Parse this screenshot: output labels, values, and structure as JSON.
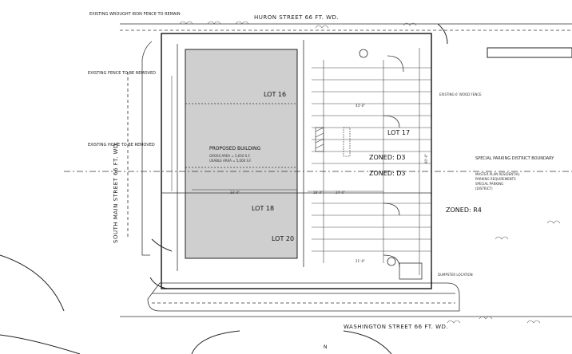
{
  "streets": {
    "north": "HURON STREET 66 FT. WD.",
    "south": "WASHINGTON STREET 66 FT. WD.",
    "west": "SOUTH MAIN STREET 66 FT. WD."
  },
  "notes": {
    "north_fence": "EXISTING WROUGHT IRON FENCE TO REMAIN",
    "fence_remove": "EXISTING FENCE TO BE REMOVED",
    "home_remove": "EXISTING HOME TO BE REMOVED",
    "special_parking": "SPECIAL PARKING DISTRICT BOUNDARY",
    "east_note_1": "MASTER PLAN RESIDENTIAL",
    "east_note_2": "PARKING REQUIREMENTS",
    "east_note_3": "SPECIAL PARKING",
    "east_note_4": "(DISTRICT)",
    "wood_fence": "EXISTING 6' WOOD FENCE",
    "dumpster": "DUMPSTER LOCATION",
    "north_arrow": "N"
  },
  "lots": {
    "lot16": "LOT 16",
    "lot17": "LOT 17",
    "lot18": "LOT 18",
    "lot20": "LOT 20"
  },
  "zoning": {
    "d3": "ZONED: D3",
    "d3_b": "ZONED: D3",
    "r4": "ZONED: R4"
  },
  "building": {
    "title": "PROPOSED BUILDING",
    "area_1": "GROSS AREA = 5,650 S.F.",
    "area_2": "USABLE AREA = 5,000 S.F."
  },
  "dims": {
    "d24": "24'-0\"",
    "d18": "18'-0\"",
    "d33": "33'-0\"",
    "d43": "43'-0\"",
    "d21": "21'-0\"",
    "d60": "60'-0\""
  },
  "colors": {
    "line": "#2a2a2a",
    "building_fill": "#cfcfcf",
    "background": "#ffffff"
  }
}
